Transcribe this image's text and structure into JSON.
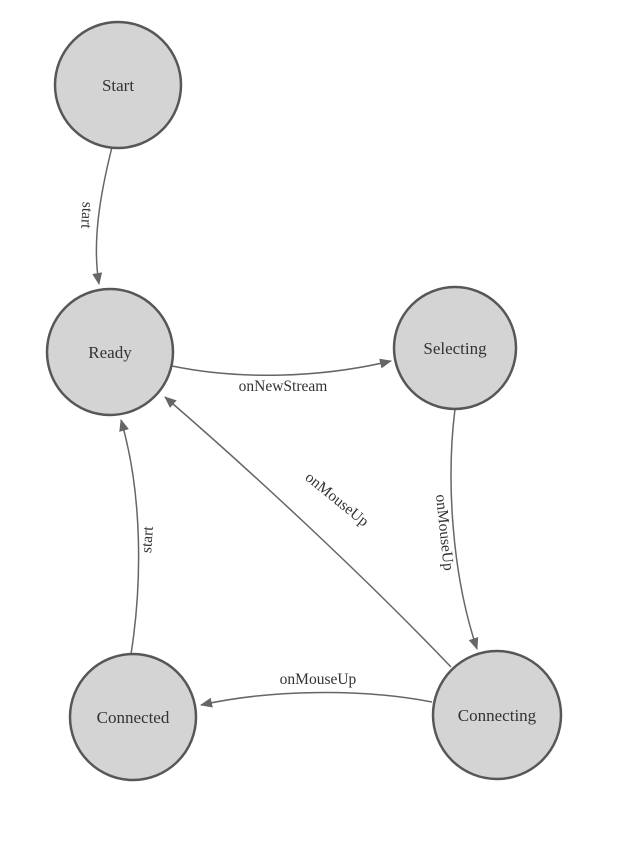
{
  "diagram": {
    "type": "state-machine",
    "nodes": [
      {
        "id": "start",
        "label": "Start"
      },
      {
        "id": "ready",
        "label": "Ready"
      },
      {
        "id": "selecting",
        "label": "Selecting"
      },
      {
        "id": "connected",
        "label": "Connected"
      },
      {
        "id": "connecting",
        "label": "Connecting"
      }
    ],
    "edges": [
      {
        "from": "Start",
        "to": "Ready",
        "label": "start"
      },
      {
        "from": "Ready",
        "to": "Selecting",
        "label": "onNewStream"
      },
      {
        "from": "Selecting",
        "to": "Connecting",
        "label": "onMouseUp"
      },
      {
        "from": "Connecting",
        "to": "Ready",
        "label": "onMouseUp"
      },
      {
        "from": "Connecting",
        "to": "Connected",
        "label": "onMouseUp"
      },
      {
        "from": "Connected",
        "to": "Ready",
        "label": "start"
      }
    ],
    "colors": {
      "node_fill": "#d4d4d4",
      "node_stroke": "#575757",
      "edge_stroke": "#666666",
      "text": "#333333",
      "background": "#ffffff"
    }
  }
}
